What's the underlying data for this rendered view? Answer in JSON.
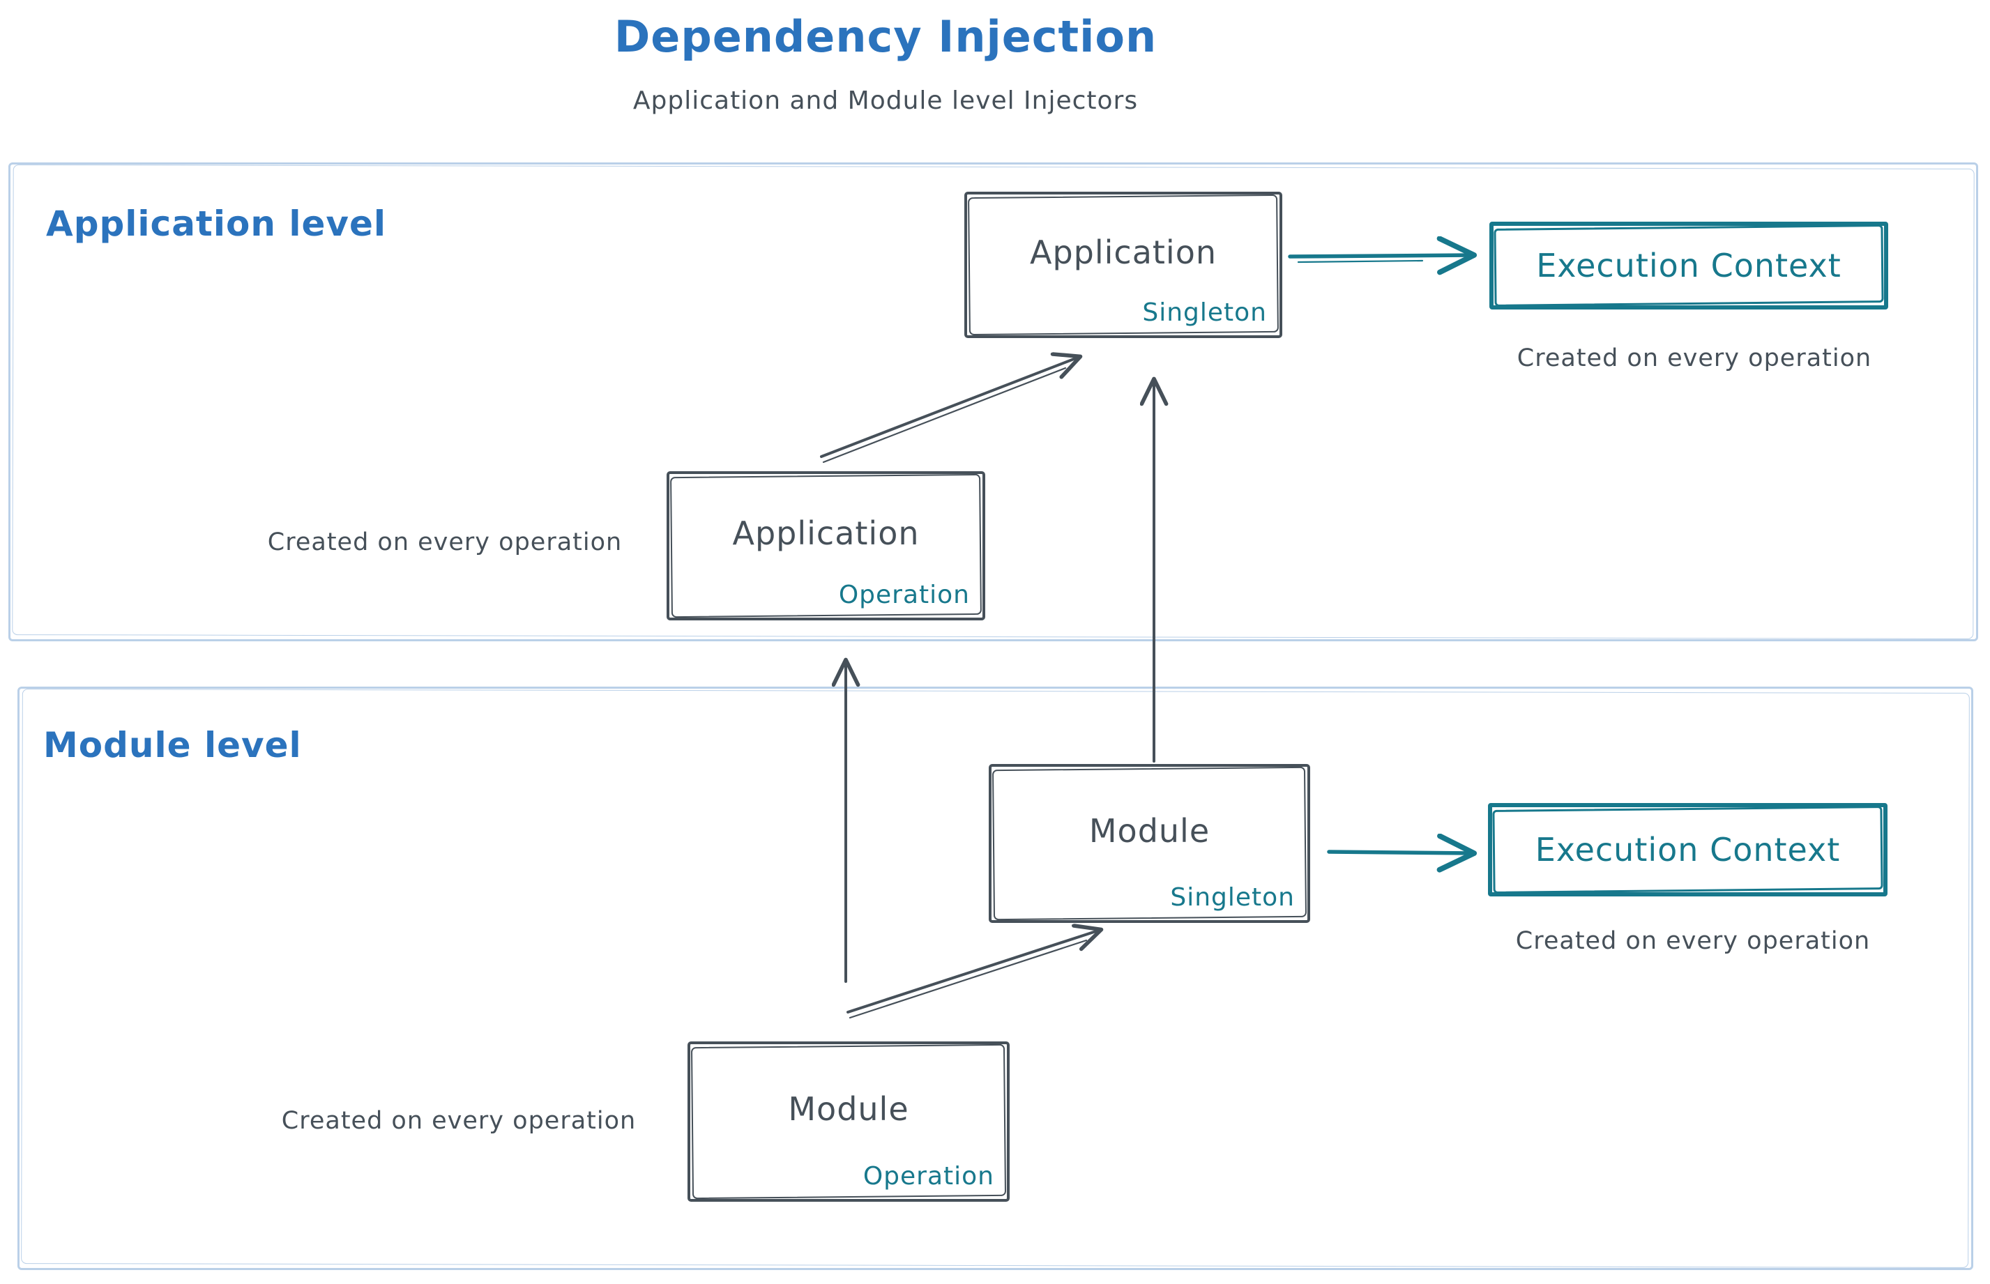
{
  "colors": {
    "blue": "#2b73bd",
    "teal": "#17788c",
    "slate": "#465059",
    "frame": "#bad0e8"
  },
  "title": "Dependency Injection",
  "subtitle": "Application and Module level Injectors",
  "sections": {
    "application": {
      "label": "Application level",
      "singleton_box": {
        "name": "Application",
        "scope": "Singleton"
      },
      "operation_box": {
        "name": "Application",
        "scope": "Operation"
      },
      "operation_caption": "Created on every operation",
      "execution_box": {
        "name": "Execution Context",
        "caption": "Created on every operation"
      }
    },
    "module": {
      "label": "Module level",
      "singleton_box": {
        "name": "Module",
        "scope": "Singleton"
      },
      "operation_box": {
        "name": "Module",
        "scope": "Operation"
      },
      "operation_caption": "Created on every operation",
      "execution_box": {
        "name": "Execution Context",
        "caption": "Created on every operation"
      }
    }
  }
}
